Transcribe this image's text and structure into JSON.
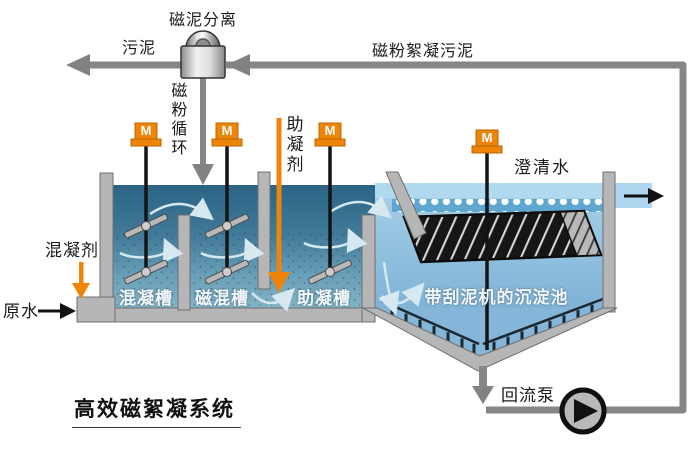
{
  "title": "高效磁絮凝系统",
  "labels": {
    "separator": "磁泥分离",
    "sludge": "污泥",
    "magnetic_powder_recycle": "磁粉循环",
    "magnetic_floc_sludge": "磁粉絮凝污泥",
    "coagulant": "混凝剂",
    "raw_water": "原水",
    "coagulant_aid": "助凝剂",
    "clarified_water": "澄清水",
    "return_pump": "回流泵"
  },
  "tanks": [
    {
      "label": "混凝槽"
    },
    {
      "label": "磁混槽"
    },
    {
      "label": "助凝槽"
    },
    {
      "label": "带刮泥机的沉淀池"
    }
  ],
  "motors": {
    "label": "M",
    "count": 4
  },
  "colors": {
    "accent_orange": "#ee8408",
    "pipe_gray": "#868686",
    "wall_gray": "#b6b6b6",
    "mix_water_dark": "#2b6385",
    "mix_water_light": "#83b3c6",
    "settle_water": "#a8d1ea",
    "tank_label_white": "#f4f8fa",
    "text_black": "#1a1a1a"
  }
}
